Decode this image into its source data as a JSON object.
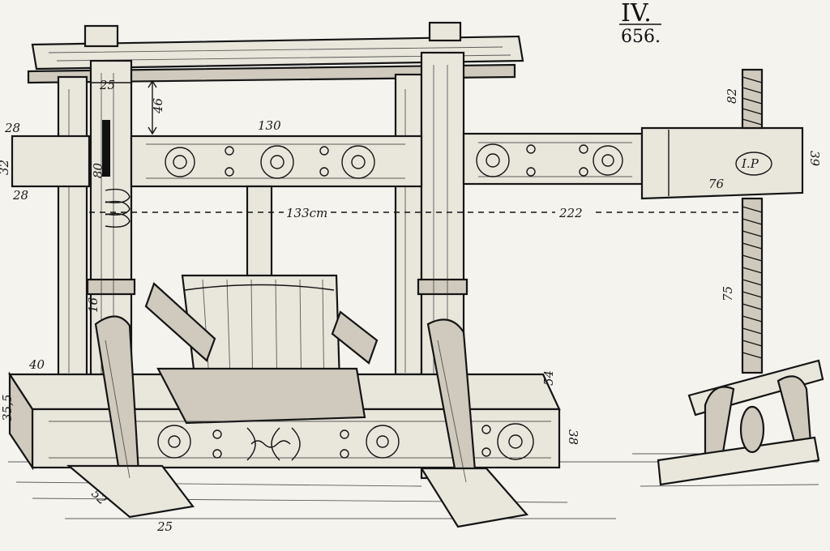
{
  "plate": {
    "roman": "IV.",
    "number": "656."
  },
  "dimensions": {
    "top_post_width": "25",
    "clearance": "46",
    "beam_length": "130",
    "beam_height_left": "32",
    "beam_top_left": "28",
    "beam_bottom_left": "28",
    "slot": "80",
    "span_dashed_mid": "133cm",
    "span_dashed_right": "222",
    "screw_top": "82",
    "screw_mid": "75",
    "beam_end": "76",
    "beam_end_height": "39",
    "base_left_top": "40",
    "base_left_side": "35,5",
    "foot_front": "54",
    "base_right_side": "38",
    "leg_curve": "16",
    "foot_left": "52",
    "foot_left_bottom": "25",
    "stamp_mark": "I.P"
  },
  "colors": {
    "paper": "#f4f3ee",
    "ink": "#151515",
    "wood_light": "#e9e6dc",
    "wood_shade": "#cfcabd"
  }
}
